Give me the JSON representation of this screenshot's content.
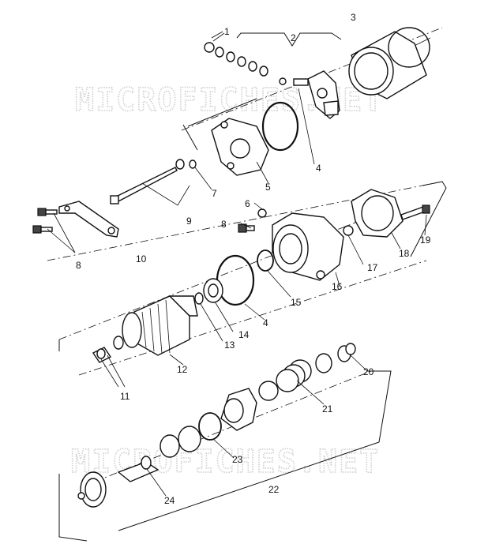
{
  "watermark": {
    "text": "MICROFICHES.NET"
  },
  "callouts": {
    "c1": "1",
    "c2": "2",
    "c3": "3",
    "c4a": "4",
    "c4b": "4",
    "c5": "5",
    "c6": "6",
    "c7": "7",
    "c8a": "8",
    "c8b": "8",
    "c9": "9",
    "c10": "10",
    "c11": "11",
    "c12": "12",
    "c13": "13",
    "c14": "14",
    "c15": "15",
    "c16": "16",
    "c17": "17",
    "c18": "18",
    "c19": "19",
    "c20": "20",
    "c21": "21",
    "c22": "22",
    "c23": "23",
    "c24": "24"
  }
}
